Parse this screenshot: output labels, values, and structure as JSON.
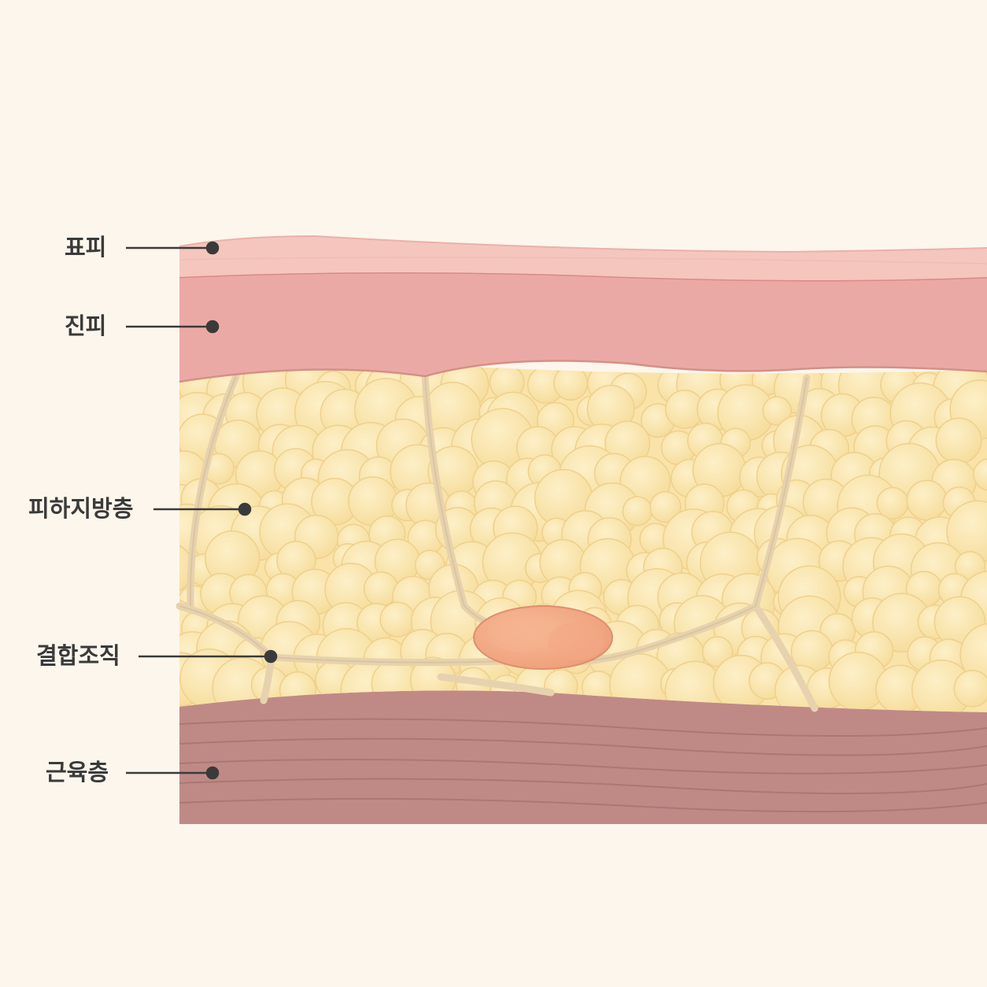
{
  "labels": {
    "epidermis": "표피",
    "dermis": "진피",
    "subcutaneous_fat": "피하지방층",
    "connective_tissue": "결합조직",
    "muscle": "근육층"
  },
  "colors": {
    "background": "#fcf6ec",
    "epidermis": "#f4c6be",
    "dermis": "#eba9a6",
    "fat": "#f9e3a8",
    "fat_cell": "#fbe8b4",
    "connective": "#ead8b7",
    "muscle": "#bf8a86",
    "nodule": "#f2a783",
    "leader": "#3a3a3a"
  }
}
